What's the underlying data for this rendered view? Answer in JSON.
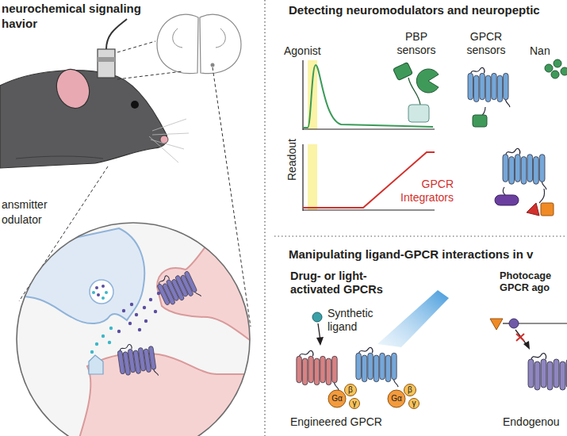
{
  "diagram": {
    "labels": [
      "neurochemical signaling",
      "havior",
      "ansmitter",
      "odulator",
      "Detecting neuromodulators and neuropeptic",
      "Agonist",
      "PBP sensors",
      "GPCR sensors",
      "Nan",
      "Readout",
      "GPCR Integrators",
      "Manipulating ligand-GPCR interactions in v",
      "Drug- or light-activated GPCRs",
      "Synthetic ligand",
      "Gα",
      "β",
      "γ",
      "Gα",
      "β",
      "γ",
      "Engineered GPCR",
      "Photocage GPCR ago",
      "Endogenou"
    ]
  }
}
